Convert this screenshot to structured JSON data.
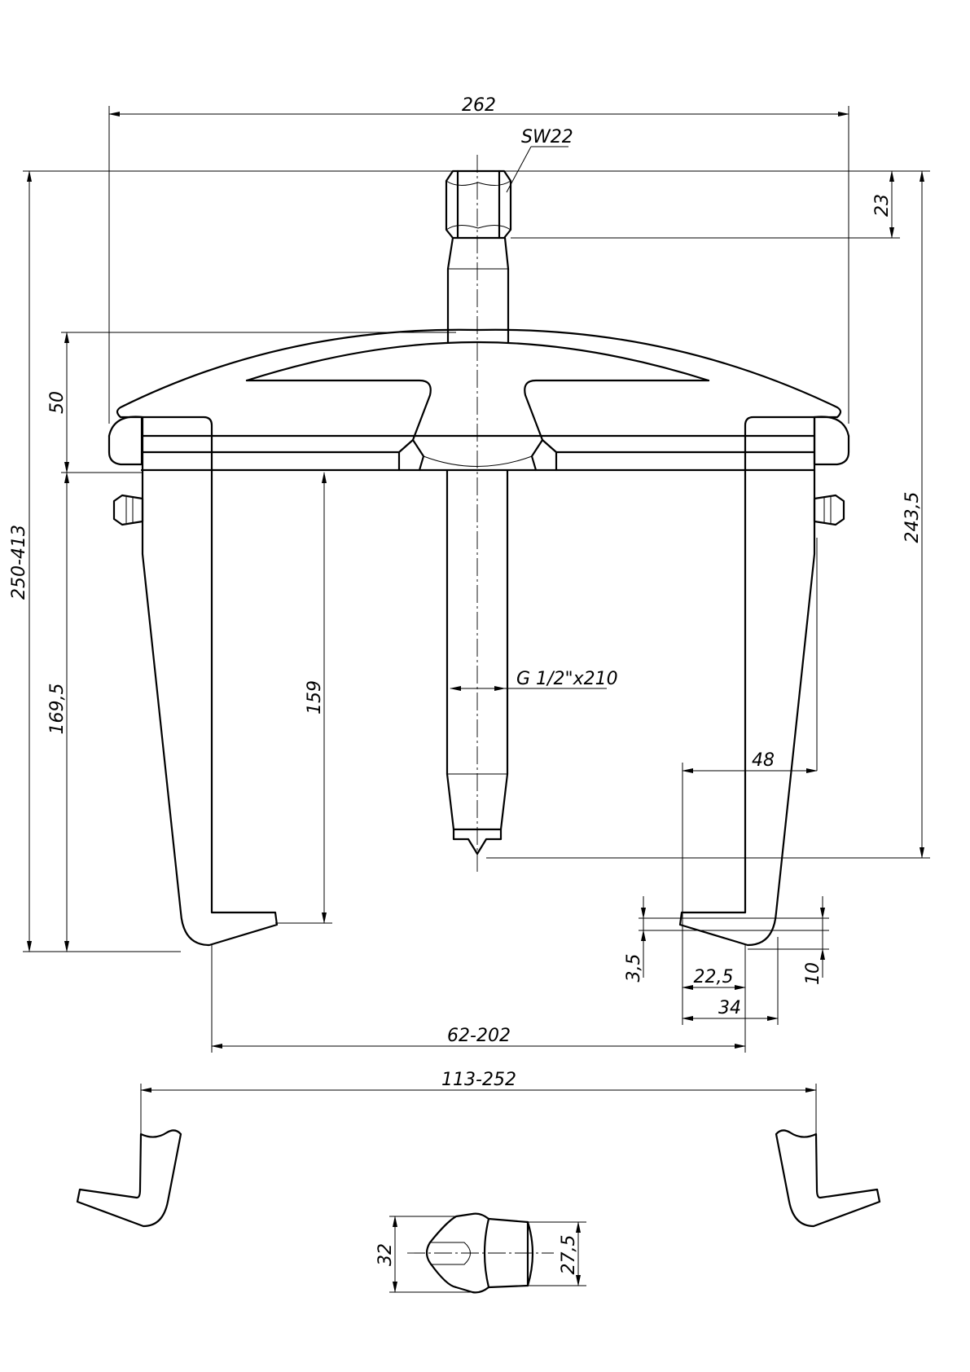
{
  "dimensions": {
    "overall_width": "262",
    "hex_size": "SW22",
    "hex_height": "23",
    "total_height": "250-413",
    "arm_height": "169,5",
    "yoke_height": "50",
    "inner_length": "159",
    "spindle_thread": "G 1/2\"x210",
    "reach_to_tip": "243,5",
    "leg_offset": "48",
    "jaw_step": "3,5",
    "jaw_thickness": "10",
    "jaw_inner": "22,5",
    "jaw_outer": "34",
    "grip_range_inner": "62-202",
    "grip_range_outer": "113-252",
    "pad_width": "32",
    "pad_nose": "27,5"
  }
}
